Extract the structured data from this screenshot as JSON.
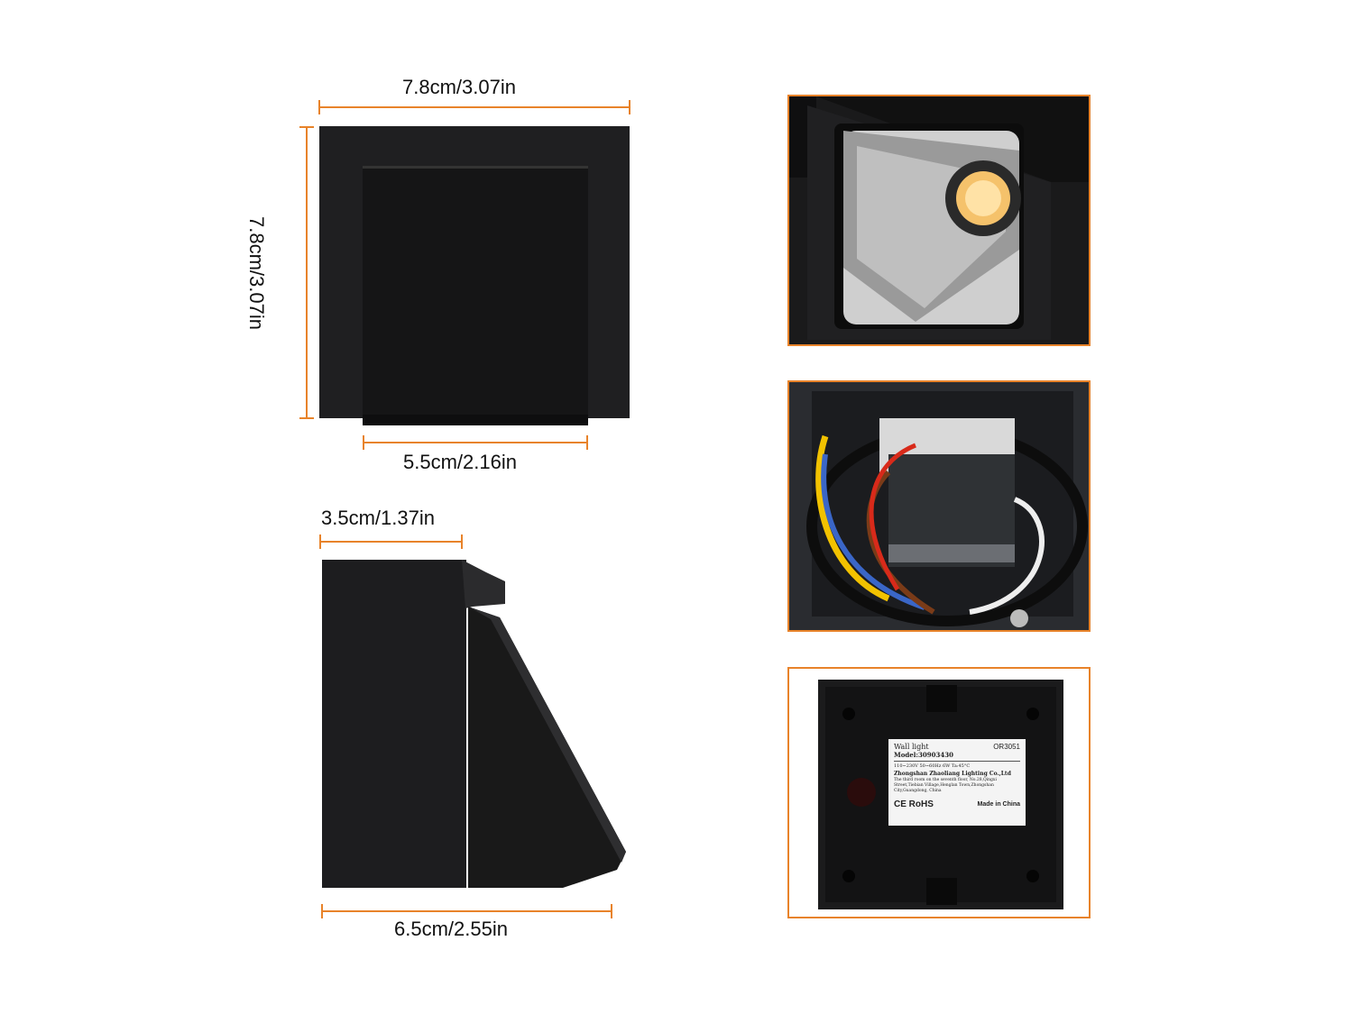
{
  "dimensions": {
    "front_width": "7.8cm/3.07in",
    "front_height": "7.8cm/3.07in",
    "inner_width": "5.5cm/2.16in",
    "side_top": "3.5cm/1.37in",
    "side_bottom": "6.5cm/2.55in"
  },
  "label": {
    "product": "Wall light",
    "code": "OR3051",
    "model": "Model:30903430",
    "specs": "110~230V  50~60Hz  6W  Ta:45°C",
    "company": "Zhongshan Zhaoliang Lighting Co.,Ltd",
    "address": "The third room on the seventh floor, No.28,Qingxi Street,Tiebian Village,Henglan Town,Zhongshan City,Guangdong, China",
    "marks": "CE RoHS",
    "origin": "Made in China"
  },
  "colors": {
    "accent": "#e8832a",
    "body": "#1c1c1e"
  }
}
